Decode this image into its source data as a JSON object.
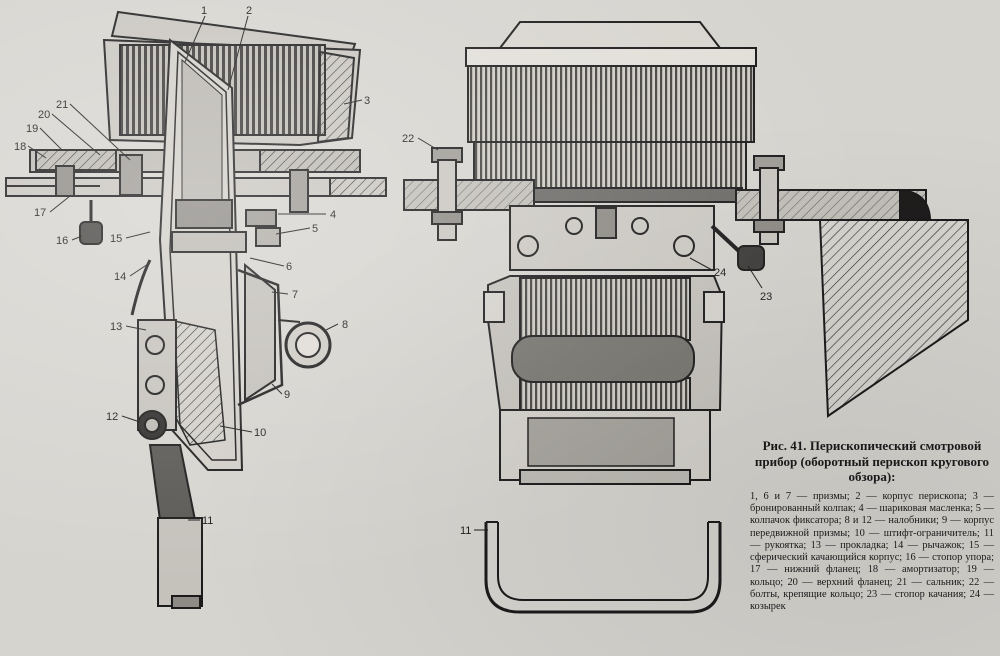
{
  "figure": {
    "number_label": "Рис. 41.",
    "title": "Перископический смотровой прибор (оборотный перископ кругового обзора):",
    "legend": "1, 6 и 7 — призмы; 2 — корпус перископа; 3 — бронированный колпак; 4 — шариковая масленка; 5 — колпачок фиксатора; 8 и 12 — налобники; 9 — корпус передвижной призмы; 10 — штифт-ограничитель; 11 — рукоятка; 13 — прокладка; 14 — рычажок; 15 — сферический качающийся корпус; 16 — стопор упора; 17 — нижний фланец; 18 — амортизатор; 19 — кольцо; 20 — верхний фланец; 21 — сальник; 22 — болты, крепящие кольцо; 23 — стопор качания; 24 — козырек"
  },
  "callouts": {
    "n1": "1",
    "n2": "2",
    "n3": "3",
    "n4": "4",
    "n5": "5",
    "n6": "6",
    "n7": "7",
    "n8": "8",
    "n9": "9",
    "n10": "10",
    "n11": "11",
    "n12": "12",
    "n13": "13",
    "n14": "14",
    "n15": "15",
    "n16": "16",
    "n17": "17",
    "n18": "18",
    "n19": "19",
    "n20": "20",
    "n21": "21",
    "n22": "22",
    "n23": "23",
    "n24": "24",
    "n11b": "11"
  },
  "colors": {
    "ink": "#1b1b1b",
    "paper": "#d6d4cf",
    "shade": "#5a5855"
  }
}
